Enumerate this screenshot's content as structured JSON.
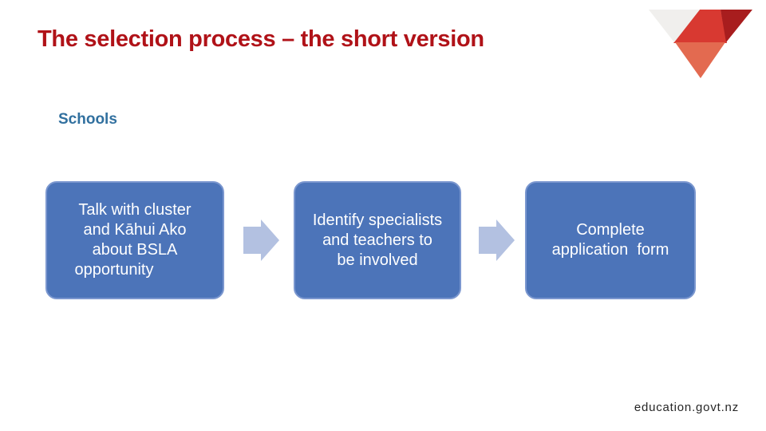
{
  "slide": {
    "title": "The selection process – the short version",
    "subtitle": "Schools",
    "footer_url": "education.govt.nz"
  },
  "process_flow": {
    "type": "horizontal-process-diagram",
    "steps": [
      {
        "order": 1,
        "text": "Talk with cluster and Kāhui Ako about BSLA opportunity",
        "lines": [
          "Talk with cluster",
          "and Kāhui Ako",
          "about BSLA",
          "opportunity"
        ]
      },
      {
        "order": 2,
        "text": "Identify specialists and teachers to be involved",
        "lines": [
          "Identify specialists",
          "and teachers to",
          "be involved"
        ]
      },
      {
        "order": 3,
        "text": "Complete application form",
        "lines": [
          "Complete",
          "application  form"
        ]
      }
    ],
    "connector": "right-block-arrow"
  },
  "colors": {
    "title_red": "#b01218",
    "subtitle_blue": "#31709f",
    "box_fill": "#4c74b9",
    "box_border": "#7b97cf",
    "box_text": "#ffffff",
    "arrow_fill": "#b3c1e1",
    "footer_text": "#262626",
    "logo_gray": "#f0efed",
    "logo_red": "#d83931",
    "logo_dark_red": "#a81d1e",
    "logo_orange": "#e36a50"
  }
}
